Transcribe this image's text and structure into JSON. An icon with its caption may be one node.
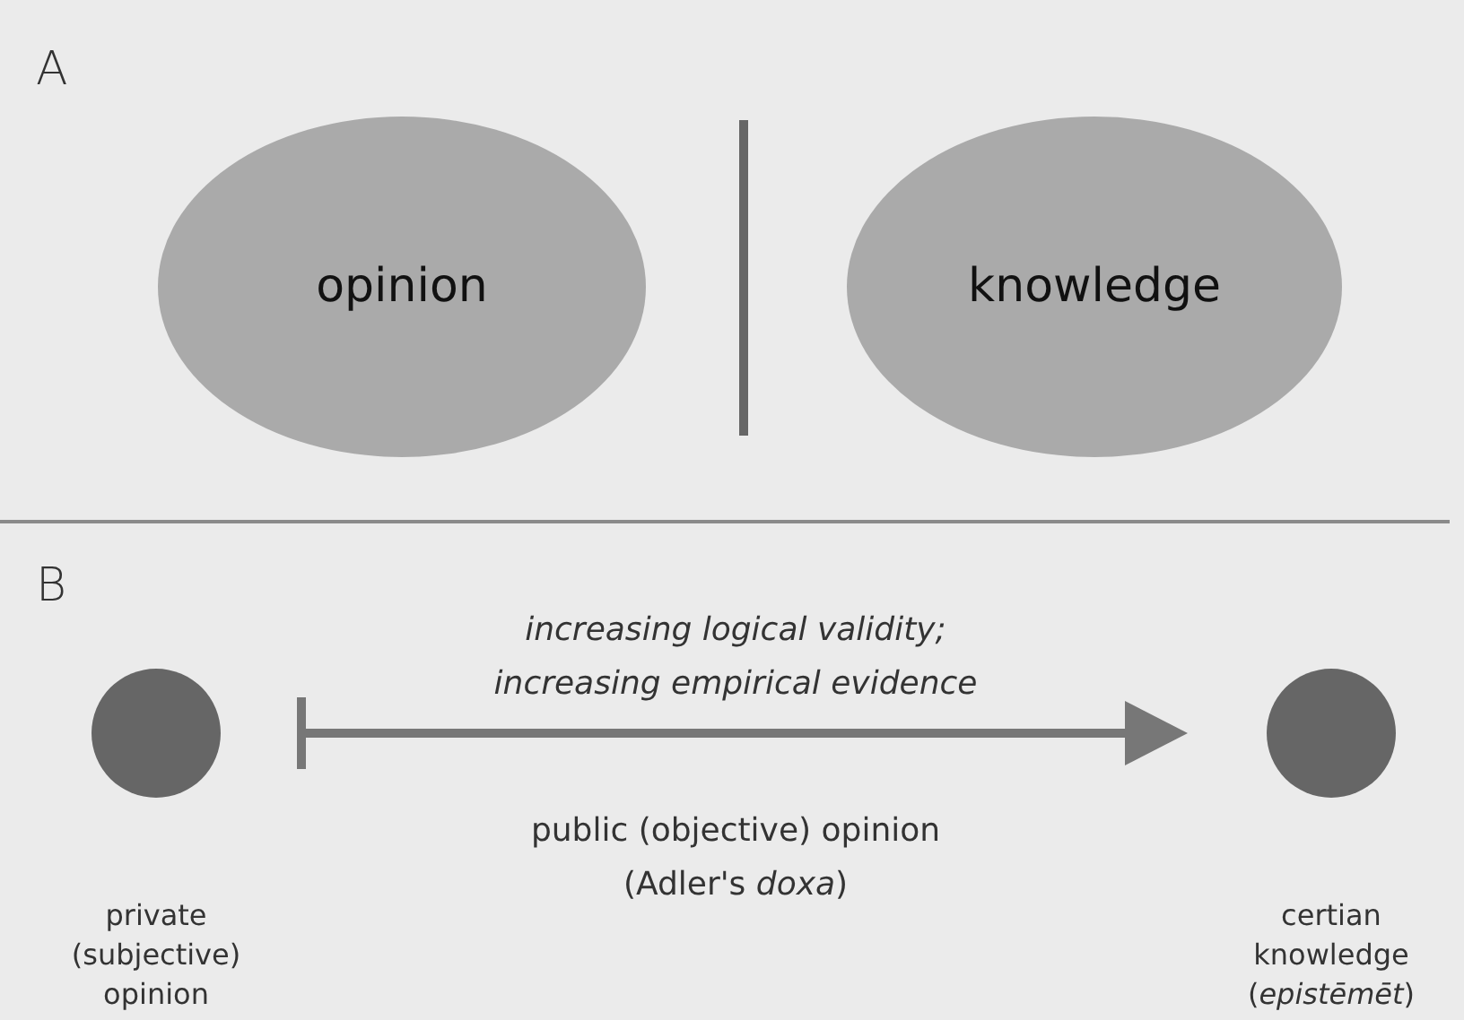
{
  "diagram": {
    "nodes": [
      {
        "text": [
          "opinion"
        ]
      },
      {
        "text": [
          "knowledge"
        ]
      },
      {
        "text": [],
        "shape": "circle",
        "beside": [
          "private (subjective) opinion"
        ]
      },
      {
        "text": [],
        "shape": "circle",
        "beside": [
          "certian knowledge (*epistēmēt*)"
        ]
      }
    ],
    "edges": [
      {
        "from": 2,
        "to": 3,
        "arrow": "to",
        "label": "increasing logical validity; increasing empirical evidence"
      }
    ],
    "labels": [
      "A",
      "B",
      "public (objective) opinion (Adler's *doxa*)"
    ]
  }
}
